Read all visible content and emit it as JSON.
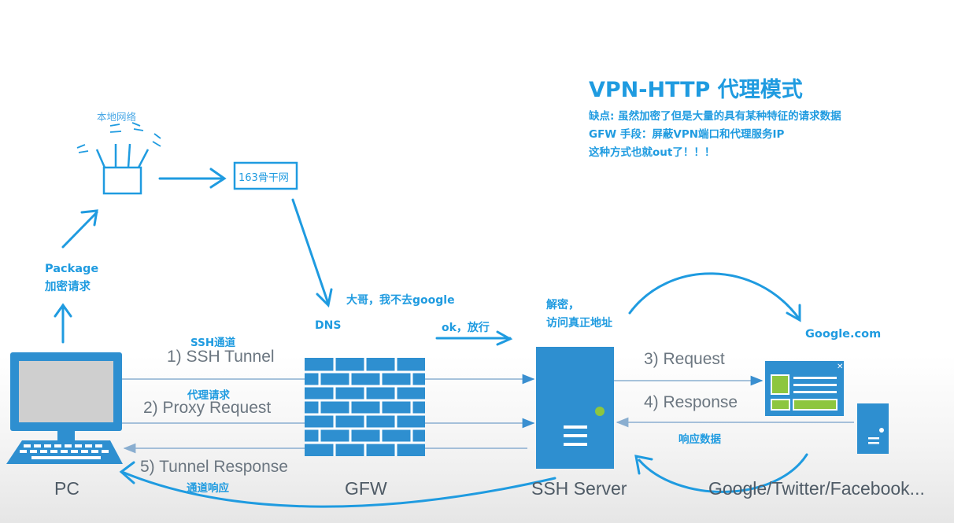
{
  "title": {
    "heading": "VPN-HTTP 代理模式",
    "line1": "缺点: 虽然加密了但是大量的具有某种特征的请求数据",
    "line2": "GFW 手段：屏蔽VPN端口和代理服务IP",
    "line3": "这种方式也就out了！！！"
  },
  "nodes": {
    "local_network": "本地网络",
    "backbone": "163骨干网",
    "pc": "PC",
    "gfw": "GFW",
    "ssh_server": "SSH Server",
    "google_sites": "Google/Twitter/Facebook...",
    "google_com": "Google.com",
    "dns": "DNS"
  },
  "annotations": {
    "package": "Package",
    "package_encrypt": "加密请求",
    "dns_msg": "大哥，我不去google",
    "ok_pass": "ok，放行",
    "decrypt": "解密，",
    "visit_real": "访问真正地址",
    "ssh_channel": "SSH通道",
    "proxy_request_cn": "代理请求",
    "tunnel_response_cn": "通道响应",
    "response_data": "响应数据"
  },
  "flows": {
    "f1": "1) SSH Tunnel",
    "f2": "2) Proxy Request",
    "f3": "3) Request",
    "f4": "4) Response",
    "f5": "5) Tunnel Response"
  },
  "colors": {
    "accent": "#1f9be0",
    "device": "#2e8fd0",
    "browser_green": "#8dc63f"
  }
}
